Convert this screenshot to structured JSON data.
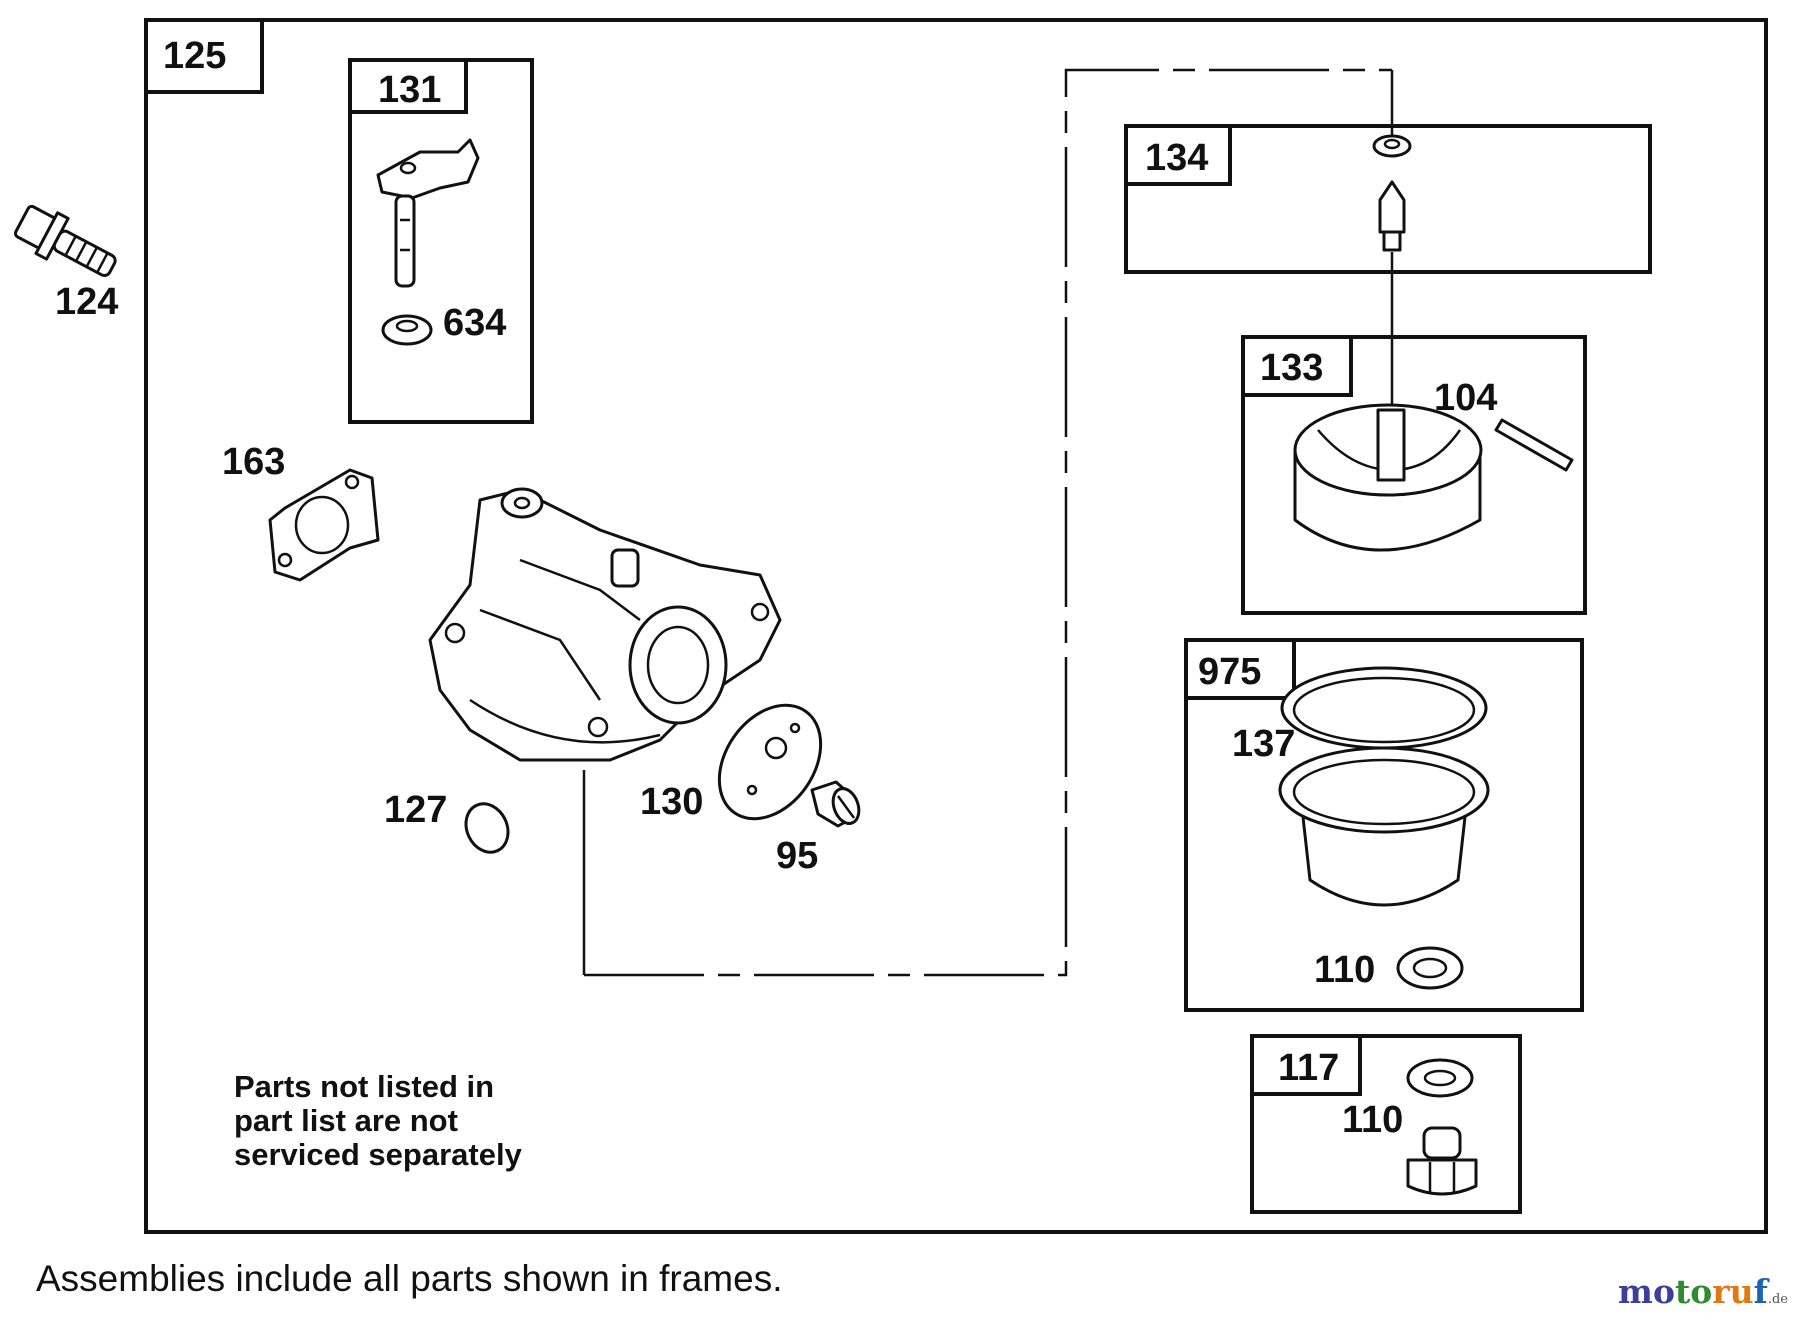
{
  "callouts": {
    "main_frame": "125",
    "bolt": "124",
    "throttle_frame": "131",
    "throttle_seal": "634",
    "gasket": "163",
    "welch_plug": "127",
    "choke_plate": "130",
    "screw": "95",
    "needle_frame": "134",
    "float_frame": "133",
    "float_pin": "104",
    "bowl_frame": "975",
    "bowl_gasket": "137",
    "bowl_washer": "110",
    "nut_frame": "117",
    "nut_washer": "110"
  },
  "note": {
    "line1": "Parts not listed in",
    "line2": "part list are not",
    "line3": "serviced separately"
  },
  "caption": "Assemblies include all parts shown in frames.",
  "watermark": {
    "p1": "mo",
    "p2": "to",
    "p3": "ru",
    "p4": "f",
    "suffix": ".de"
  }
}
